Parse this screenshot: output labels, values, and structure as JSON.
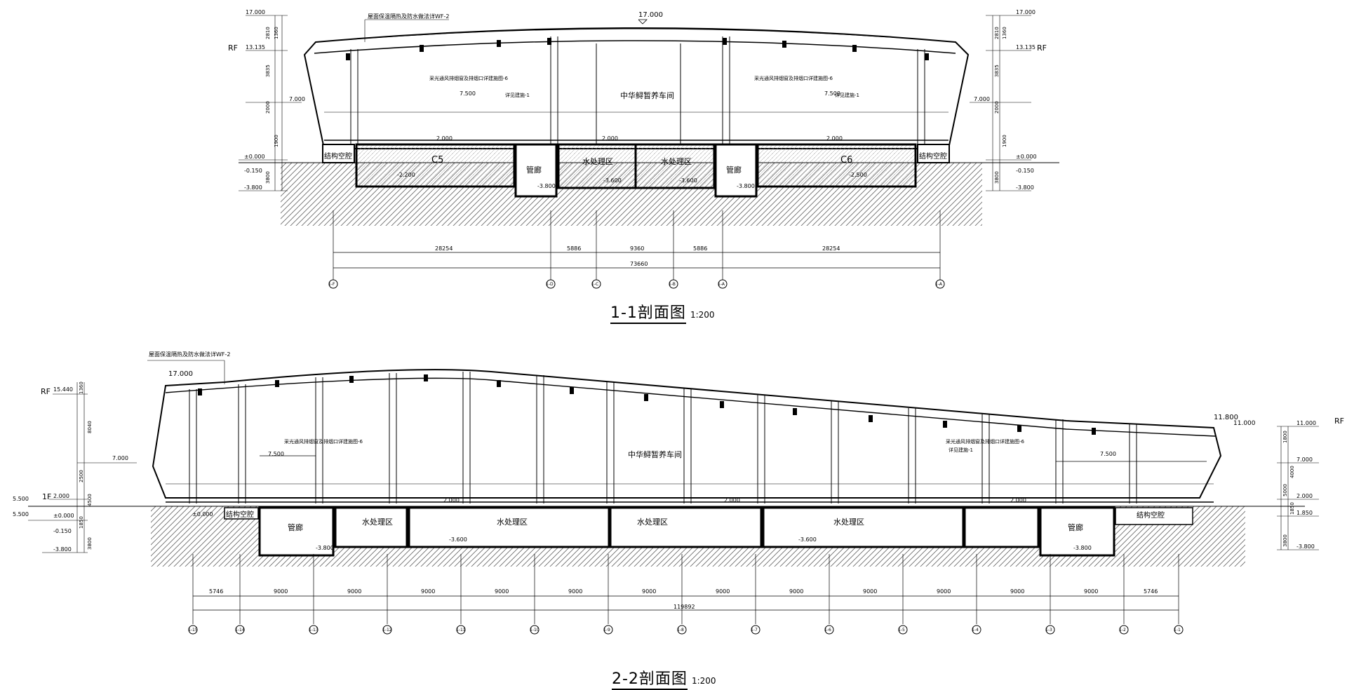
{
  "section1": {
    "title": "1-1剖面图",
    "scale": "1:200",
    "top_elev": "17.000",
    "levels_left": [
      {
        "tag": "",
        "value": "17.000"
      },
      {
        "tag": "RF",
        "value": "13.135"
      },
      {
        "tag": "",
        "value": "7.000"
      },
      {
        "tag": "",
        "value": "±0.000"
      },
      {
        "tag": "",
        "value": "-0.150"
      },
      {
        "tag": "",
        "value": "-3.800"
      }
    ],
    "levels_right": [
      {
        "tag": "",
        "value": "17.000"
      },
      {
        "tag": "RF",
        "value": "13.135"
      },
      {
        "tag": "",
        "value": "7.000"
      },
      {
        "tag": "",
        "value": "±0.000"
      },
      {
        "tag": "",
        "value": "-0.150"
      },
      {
        "tag": "",
        "value": "-3.800"
      }
    ],
    "side_dims_left": [
      "2810",
      "1360",
      "3835",
      "2000",
      "1900",
      "3800"
    ],
    "side_dims_right": [
      "2810",
      "1360",
      "3835",
      "2000",
      "1900",
      "3800"
    ],
    "room_labels": [
      {
        "name": "中华鲟暂养车间"
      },
      {
        "name": "结构空腔"
      },
      {
        "name": "结构空腔"
      },
      {
        "name": "C5"
      },
      {
        "name": "C6"
      },
      {
        "name": "管廊"
      },
      {
        "name": "管廊"
      },
      {
        "name": "水处理区"
      },
      {
        "name": "水处理区"
      }
    ],
    "inner_levels": [
      "7.500",
      "7.500",
      "2.000",
      "2.000",
      "2.000",
      "-2.200",
      "-2.500",
      "-3.600",
      "-3.600",
      "-3.800",
      "-3.800"
    ],
    "notes": [
      "屋面保温隔热及防水做法详WF-2",
      "采光通风排烟窗及排烟口详建施图-6",
      "详见建施-1",
      "详见建施-1"
    ],
    "dims": [
      "28254",
      "5886",
      "9360",
      "5886",
      "28254"
    ],
    "total_dim": "73660",
    "axes": [
      "1-F",
      "1-D",
      "1-C",
      "1-B",
      "1-A",
      "1-A"
    ]
  },
  "section2": {
    "title": "2-2剖面图",
    "scale": "1:200",
    "left_top_elev": "17.000",
    "right_top_elev": "11.800",
    "right_eave_elev": "11.000",
    "levels_left": [
      {
        "tag": "RF",
        "value": "15.440"
      },
      {
        "tag": "",
        "value": "7.000"
      },
      {
        "tag": "1F",
        "value": "2.000"
      },
      {
        "tag": "",
        "value": "±0.000"
      },
      {
        "tag": "",
        "value": "-0.150"
      },
      {
        "tag": "",
        "value": "-3.800"
      }
    ],
    "levels_right": [
      {
        "tag": "RF",
        "value": "11.000"
      },
      {
        "tag": "",
        "value": "7.000"
      },
      {
        "tag": "",
        "value": "2.000"
      },
      {
        "tag": "",
        "value": "1.850"
      },
      {
        "tag": "",
        "value": "-3.800"
      }
    ],
    "left_extra_levels": [
      "5.500",
      "5.500"
    ],
    "side_dims_left": [
      "1360",
      "8040",
      "2500",
      "4500",
      "1850",
      "3800"
    ],
    "side_dims_right": [
      "1800",
      "4000",
      "5000",
      "1850",
      "3800"
    ],
    "room_labels": [
      {
        "name": "中华鲟暂养车间"
      },
      {
        "name": "结构空腔"
      },
      {
        "name": "结构空腔"
      },
      {
        "name": "管廊"
      },
      {
        "name": "管廊"
      },
      {
        "name": "水处理区"
      },
      {
        "name": "水处理区"
      },
      {
        "name": "水处理区"
      },
      {
        "name": "水处理区"
      }
    ],
    "inner_levels": [
      "7.500",
      "7.500",
      "2.000",
      "2.000",
      "2.000",
      "±0.000",
      "-3.600",
      "-3.600",
      "-3.800",
      "-3.800"
    ],
    "notes": [
      "屋面保温隔热及防水做法详WF-2",
      "采光通风排烟窗及排烟口详建施图-6",
      "采光通风排烟窗及排烟口详建施图-6",
      "详见建施-1"
    ],
    "dims": [
      "5746",
      "9000",
      "9000",
      "9000",
      "9000",
      "9000",
      "9000",
      "9000",
      "9000",
      "9000",
      "9000",
      "9000",
      "9000",
      "5746"
    ],
    "total_dim": "119892",
    "axes": [
      "1-15",
      "1-14",
      "1-13",
      "1-12",
      "1-11",
      "1-10",
      "1-9",
      "1-8",
      "1-7",
      "1-6",
      "1-5",
      "1-4",
      "1-3",
      "1-2",
      "1-1"
    ]
  }
}
